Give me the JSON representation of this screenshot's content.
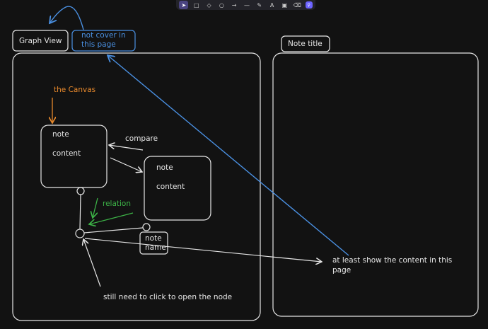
{
  "toolbar": {
    "tools": [
      {
        "name": "select-tool",
        "icon": "pointer-icon",
        "glyph": "➤",
        "active": true
      },
      {
        "name": "rectangle-tool",
        "icon": "rectangle-icon",
        "glyph": "□"
      },
      {
        "name": "diamond-tool",
        "icon": "diamond-icon",
        "glyph": "◇"
      },
      {
        "name": "ellipse-tool",
        "icon": "ellipse-icon",
        "glyph": "○"
      },
      {
        "name": "arrow-tool",
        "icon": "arrow-icon",
        "glyph": "→"
      },
      {
        "name": "line-tool",
        "icon": "line-icon",
        "glyph": "—"
      },
      {
        "name": "draw-tool",
        "icon": "pencil-icon",
        "glyph": "✎"
      },
      {
        "name": "text-tool",
        "icon": "text-icon",
        "glyph": "A"
      },
      {
        "name": "image-tool",
        "icon": "image-icon",
        "glyph": "▣"
      },
      {
        "name": "eraser-tool",
        "icon": "eraser-icon",
        "glyph": "⌫"
      },
      {
        "name": "library-tool",
        "icon": "library-icon",
        "glyph": "⚲"
      }
    ]
  },
  "labels": {
    "graph_view": "Graph View",
    "not_cover_line1": "not cover in",
    "not_cover_line2": "this page",
    "note_title": "Note title",
    "the_canvas": "the Canvas",
    "note1_line1": "note",
    "note1_line2": "content",
    "compare": "compare",
    "note2_line1": "note",
    "note2_line2": "content",
    "relation": "relation",
    "note_name_line1": "note",
    "note_name_line2": "name",
    "at_least_line1": "at least show the content in this",
    "at_least_line2": "page",
    "still_need": "still need to click to open the node"
  },
  "colors": {
    "background": "#121212",
    "stroke": "#e6e6e6",
    "blue": "#4a90e2",
    "orange": "#e8892c",
    "green": "#3db347"
  }
}
